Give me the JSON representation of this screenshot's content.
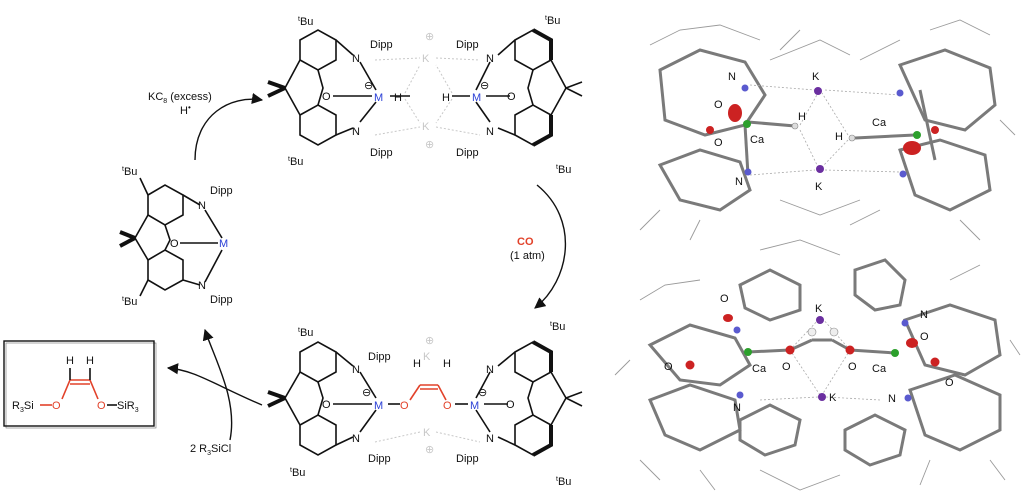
{
  "reagents": {
    "step1_line1": "KC",
    "step1_sub": "8",
    "step1_line2": "(excess)",
    "step1_line3": "H",
    "step1_dot": "•",
    "step2_co": "CO",
    "step2_pressure": "(1 atm)",
    "step3": "2 R",
    "step3_sub": "3",
    "step3_tail": "SiCl"
  },
  "labels": {
    "tBu": "Bu",
    "tBu_sup": "t",
    "Dipp": "Dipp",
    "N": "N",
    "O": "O",
    "M": "M",
    "H": "H",
    "K": "K",
    "minus": "⊖",
    "plus": "⊕"
  },
  "product": {
    "left": "R",
    "left_sub": "3",
    "left_tail": "Si",
    "O1": "O",
    "O2": "O",
    "right": "SiR",
    "right_sub": "3",
    "H1": "H",
    "H2": "H"
  },
  "xray": {
    "top_K1": "K",
    "top_K2": "K",
    "top_N1": "N",
    "top_N2": "N",
    "top_O1": "O",
    "top_O2": "O",
    "top_Ca1": "Ca",
    "top_Ca2": "Ca",
    "top_H1": "H",
    "top_H2": "H",
    "bot_K1": "K",
    "bot_K2": "K",
    "bot_N1": "N",
    "bot_N2": "N",
    "bot_N3": "N",
    "bot_O1": "O",
    "bot_O2": "O",
    "bot_O3": "O",
    "bot_O4": "O",
    "bot_O5": "O",
    "bot_O6": "O",
    "bot_Ca1": "Ca",
    "bot_Ca2": "Ca"
  },
  "colors": {
    "metal": "#2a3fd6",
    "oxygen_red": "#e2422a",
    "potassium": "#6b2fa0",
    "calcium": "#2ca02c",
    "nitrogen": "#5a5acf",
    "ghost": "#c8c8c8"
  }
}
